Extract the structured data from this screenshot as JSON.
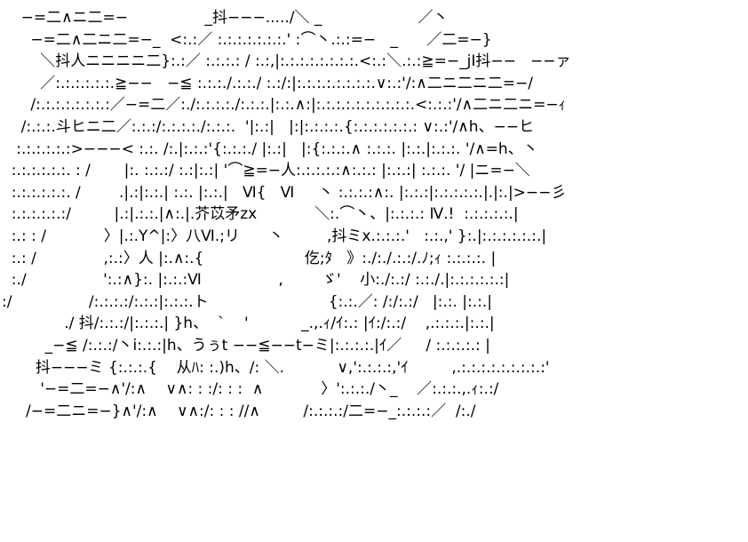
{
  "art": {
    "lines": [
      "    −=二∧ニ二=−                _抖−−−...../＼ _                    ／丶",
      "      −=二∧二ニ二=−_  <:.:／ :.:.:.:.:.:.:.' :⌒丶.:.:=−   _      ／二=−}",
      "        ＼抖人ニニニニ二}:.:／ :.:.:.: / :.:,|:.:.:.:.:.:.:.:.<:.:＼.:.:≧=−_jI抖−−   −−ァ",
      "        ／:.:.:.:.:.:.≧−−   −≦ :.:.:./.:.:./ :.:/:|:.:.:.:.:.:.:.:.∨:.:'/:∧二ニ二ニ二=−/",
      "      /:.:.:.:.:.:.:.:／−=二／:./:.:.:.:./:.:.:.|:.:.∧:|:.:.:.:.:.:.:.:.:.:.<:.:.:'/∧二ニ二ニ=−ｨ",
      "    /:.:.:.斗ヒニ二／:.:.:/:.:.:.:./:.:.:.  '|:.:|   |:|:.:.:.:.{:.:.:.:.:.:.: ∨:.:'/∧h、−−ヒ",
      "   :.:.:.:.:.:>−−−< :.:. /:.|:.:.:'{:.:.:./ |:.:|   |:{:.:.:.∧ :.:.:. |:.:.|:.:.:. '/∧=h、丶",
      "  :.:.:.:.:.:. : /       |:. :.:.:/ :.:|:.:| '⌒≧=−人:.:.:.:.:∧:.:.: |:.:.:| :.:.:. '/ |ニ=−＼",
      "  :.:.:.:.:.:. /        .|.:|:.:.| :.:. |:.:.|   Ⅵ{   Ⅵ     丶 :.:.:.:∧:. |:.:.:|:.:.:.:.:.|.|:.|>−−彡",
      "  :.:.:.:.:.:/         |.:|.:.:.|∧:.|.芥苡矛zx            ＼:.⌒丶、|:.:.:.: Ⅳ.!  :.:.:.:.:.|",
      "  :.: : /            〉|.:.Y^|:〉八Ⅵ.;リ      丶         ,抖ミx.:.:.:.'   :.:.,' }:.|:.:.:.:.:.:.|",
      "  :.: /              ,:.:〉人 |:.∧:.{                     仡;ﾀ   》:./:./.:.:/.ﾉ;ｨ :.:.:.:. |",
      "  :./                ':.:∧}:. |:.:.:Ⅵ                ,        ゞ'    小:./:.:/ :.:./.|:.:.:.:.:.:|",
      ":/                /:.:.:.:/:.:.:|:.:.:.ト                         {:.:.／: /:/:.:/   |:.:. |:.:.|",
      "             ./ 抖/:.:.:/|:.:.:.| }h、  `    '           _.,.ｨ/ｲ:.: |ｲ:/:.:/    ,.:.:.:.|:.:.|",
      "         _−≦ /:.:.:/丶i:.:.:|h、うぅt −−≦−−t−ミ|:.:.:.:.|ｲ／     / :.:.:.:.: |",
      "       抖−−−ミ {:.:.:.{    从ﾊ: :.)h、/: ＼.           ∨,':.:.:.:,'ｲ         ,.:.:.:.:.:.:.:.:.:'",
      "        '−=二=−∧'/:∧    ∨∧: : :/: : :  ∧            〉':.:.:./丶_    ／:.:.:.,.ｨ:.:/",
      "     /−=二ニ=−}∧'/:∧    ∨∧:/: : : //∧         /:.:.:.:/二=−_:.:.:.:／  /:./"
    ]
  }
}
